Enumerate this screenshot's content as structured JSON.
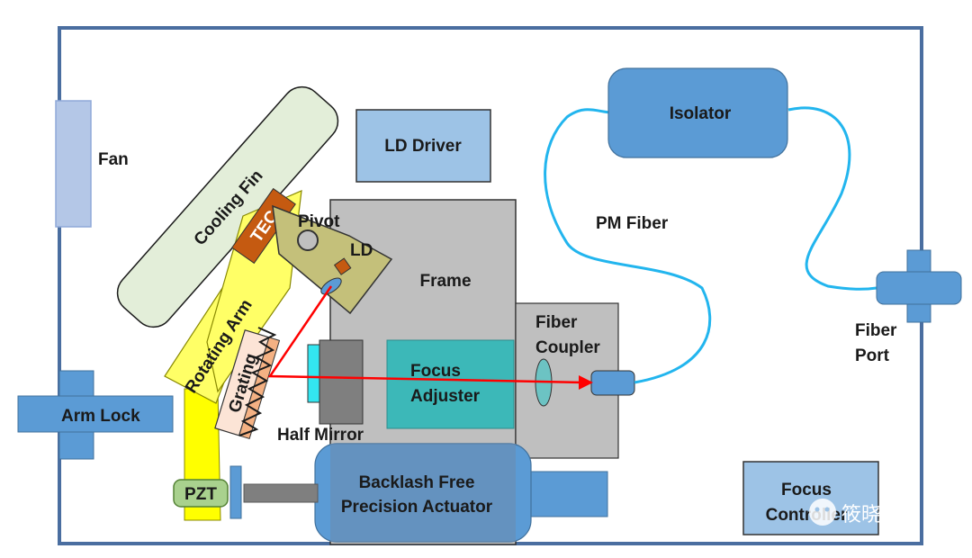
{
  "labels": {
    "fan": "Fan",
    "cooling_fin": "Cooling Fin",
    "tec": "TEC",
    "pivot": "Pivot",
    "ld": "LD",
    "ld_driver": "LD Driver",
    "frame": "Frame",
    "rotating_arm": "Rotating Arm",
    "grating": "Grating",
    "arm_lock": "Arm Lock",
    "half_mirror": "Half Mirror",
    "focus_adjuster": [
      "Focus",
      "Adjuster"
    ],
    "fiber_coupler": [
      "Fiber",
      "Coupler"
    ],
    "isolator": "Isolator",
    "pm_fiber": "PM Fiber",
    "fiber_port": [
      "Fiber",
      "Port"
    ],
    "pzt": "PZT",
    "actuator": [
      "Backlash Free",
      "Precision Actuator"
    ],
    "focus_controller": [
      "Focus",
      "Controller"
    ]
  },
  "watermark": "筱晓光子",
  "colors": {
    "enclosure_border": "#4a6ea0",
    "cooling_fin": "#e3eed9",
    "tec": "#c55a11",
    "ld_board": "#c4c07a",
    "frame": "#bfbfbf",
    "rotating_arm": "#ffff66",
    "arm_lower": "#ffff00",
    "grating": "#f8cbad",
    "focus_adjuster": "#3cb8b8",
    "half_mirror_front": "#33e6f0",
    "half_mirror_body": "#7f7f7f",
    "light_blue_box": "#9dc3e6",
    "mid_blue": "#5b9bd5",
    "fiber_line": "#22b5ee",
    "laser_beam": "#ff0000",
    "pzt": "#a9d18e",
    "actuator_rod": "#7f7f7f"
  }
}
